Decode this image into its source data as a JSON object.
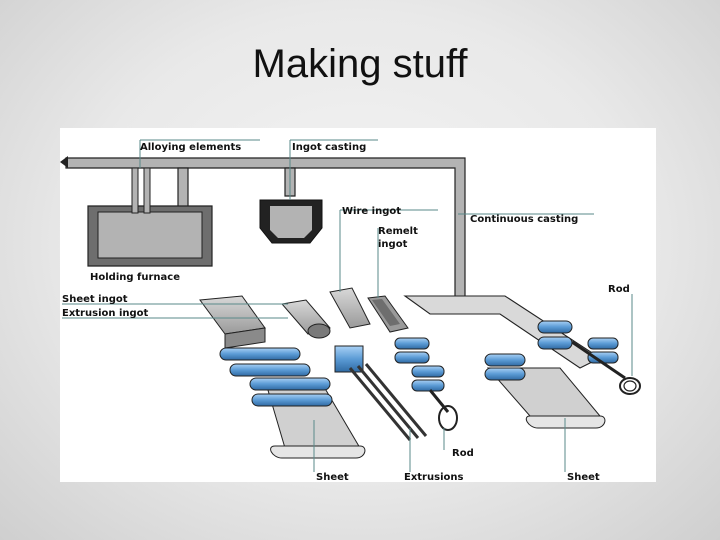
{
  "slide": {
    "title": "Making stuff"
  },
  "diagram": {
    "labels": {
      "alloying_elements": "Alloying elements",
      "ingot_casting": "Ingot casting",
      "wire_ingot": "Wire ingot",
      "remelt_ingot_line1": "Remelt",
      "remelt_ingot_line2": "ingot",
      "continuous_casting": "Continuous casting",
      "holding_furnace": "Holding furnace",
      "sheet_ingot": "Sheet ingot",
      "extrusion_ingot": "Extrusion ingot",
      "rod_right": "Rod",
      "rod_bottom": "Rod",
      "sheet_left": "Sheet",
      "extrusions": "Extrusions",
      "sheet_right": "Sheet"
    },
    "colors": {
      "metal": "#b3b3b3",
      "metal_dark": "#6e6e6e",
      "roller": "#5b9bd5",
      "leader": "#5a8a8a",
      "outline": "#222222"
    }
  }
}
